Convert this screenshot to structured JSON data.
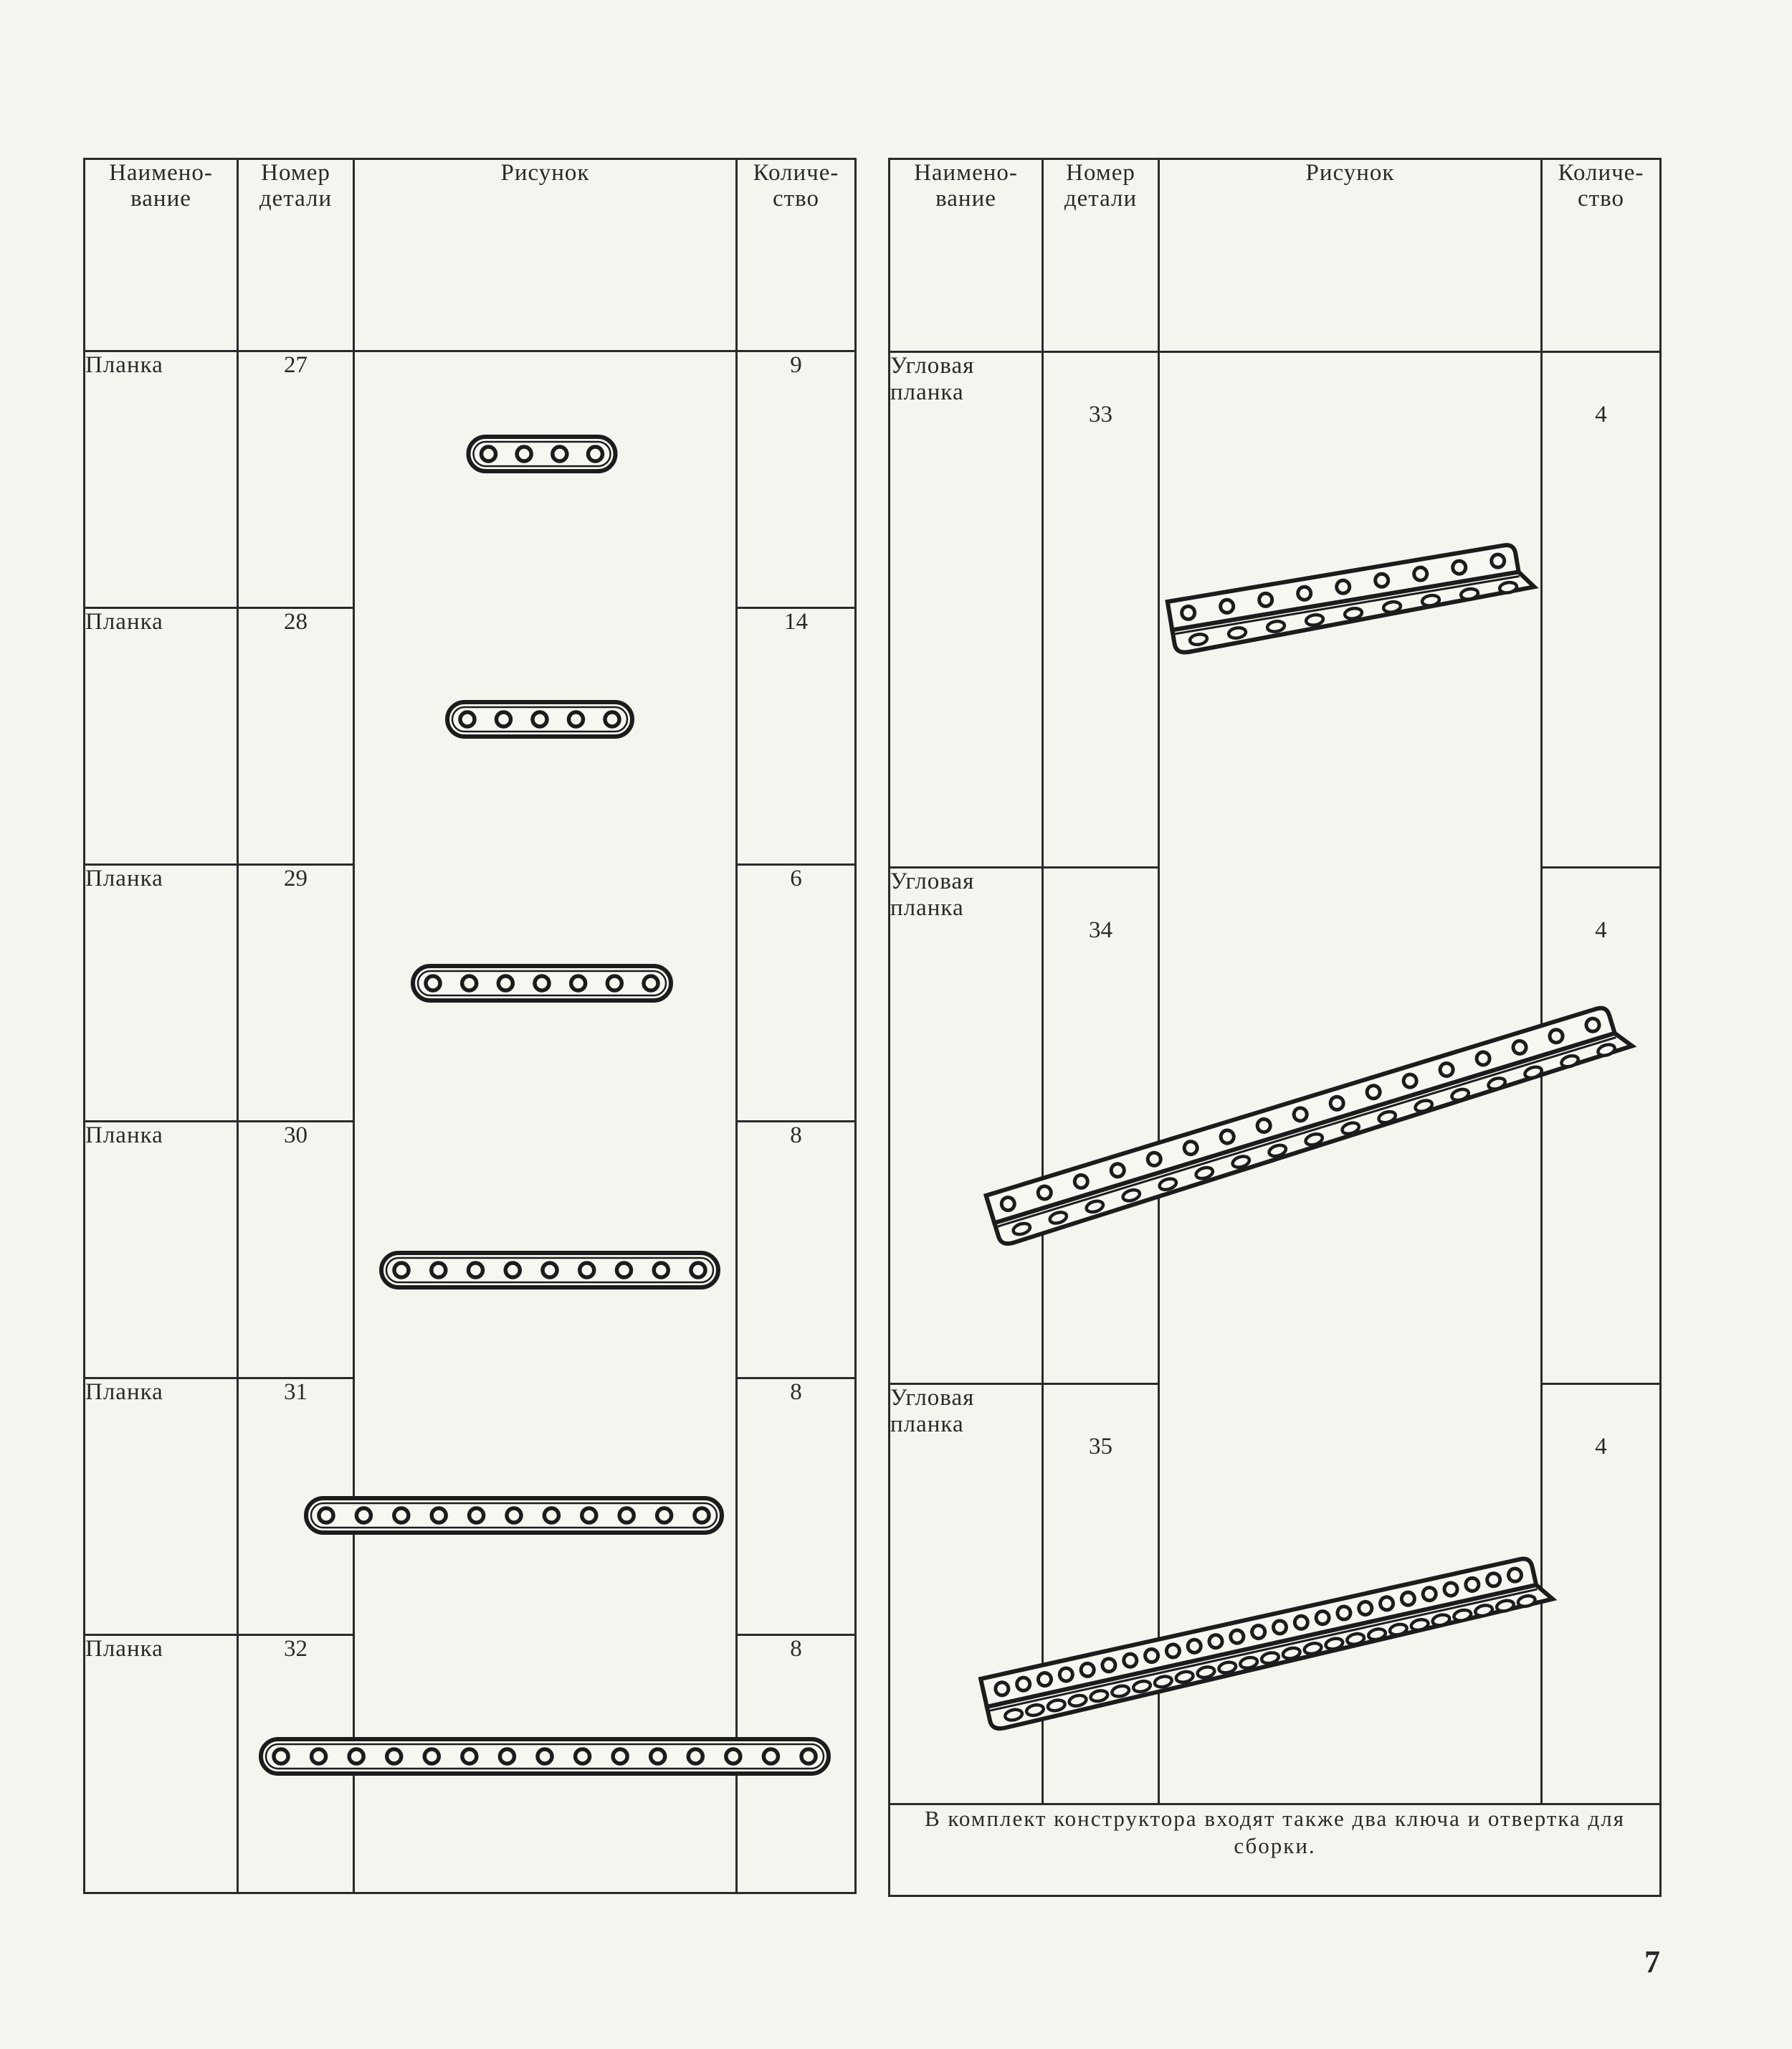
{
  "headers": {
    "name": "Наимено-вание",
    "number": "Номер детали",
    "picture": "Рисунок",
    "quantity": "Количе-ство"
  },
  "left_rows": [
    {
      "name": "Планка",
      "number": "27",
      "quantity": "9",
      "holes": 4
    },
    {
      "name": "Планка",
      "number": "28",
      "quantity": "14",
      "holes": 5
    },
    {
      "name": "Планка",
      "number": "29",
      "quantity": "6",
      "holes": 7
    },
    {
      "name": "Планка",
      "number": "30",
      "quantity": "8",
      "holes": 9
    },
    {
      "name": "Планка",
      "number": "31",
      "quantity": "8",
      "holes": 11
    },
    {
      "name": "Планка",
      "number": "32",
      "quantity": "8",
      "holes": 15
    }
  ],
  "right_rows": [
    {
      "name": "Угловая планка",
      "number": "33",
      "quantity": "4",
      "holes": 9
    },
    {
      "name": "Угловая планка",
      "number": "34",
      "quantity": "4",
      "holes": 17
    },
    {
      "name": "Угловая планка",
      "number": "35",
      "quantity": "4",
      "holes": 25
    }
  ],
  "footer_note": "В комплект конструктора входят также два ключа и отвертка для сборки.",
  "page_number": "7"
}
